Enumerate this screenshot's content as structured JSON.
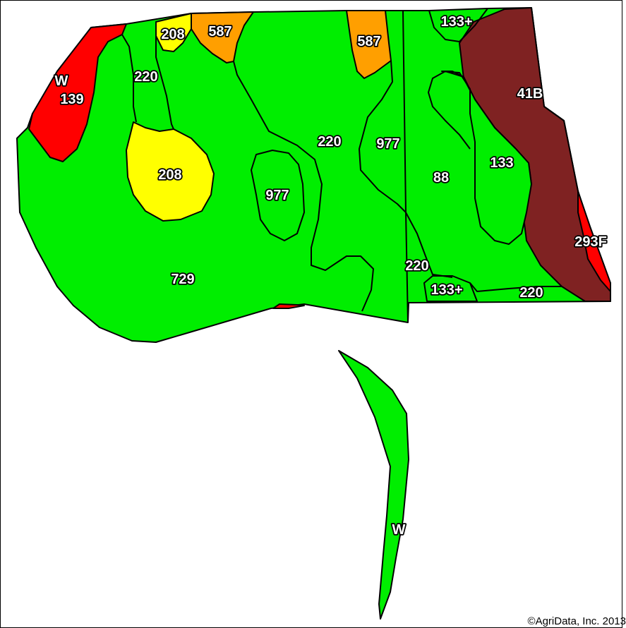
{
  "colors": {
    "field": "#00ee00",
    "class_208": "#ffff00",
    "class_587": "#ff9f00",
    "class_139": "#ff0000",
    "class_41B": "#7f2222",
    "class_293F": "#ff0000",
    "outline": "#000000",
    "label_fill": "#ffffff"
  },
  "map_labels": {
    "l_208_top": "208",
    "l_587_a": "587",
    "l_587_b": "587",
    "l_133p_top": "133+",
    "l_w_top": "W",
    "l_139": "139",
    "l_220_a": "220",
    "l_41b": "41B",
    "l_220_b": "220",
    "l_977_a": "977",
    "l_208_mid": "208",
    "l_133": "133",
    "l_88": "88",
    "l_977_b": "977",
    "l_293f": "293F",
    "l_220_c": "220",
    "l_729": "729",
    "l_133p_bot": "133+",
    "l_220_d": "220",
    "l_w_bot": "W"
  },
  "copyright": "©AgriData, Inc. 2013"
}
